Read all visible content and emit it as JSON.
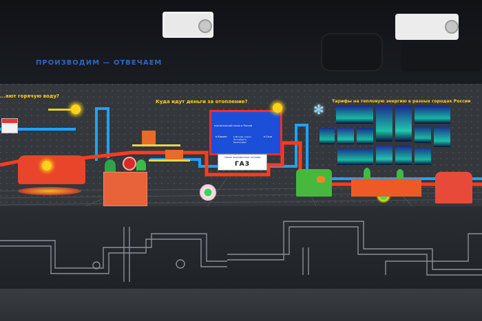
{
  "ceiling_sign": "ПРОИЗВОДИМ — ОТВЕЧАЕМ",
  "hot_water_question": "...ают горячую воду?",
  "heating_question": "Куда идут деньги за отопление?",
  "tariffs_title": "Тарифы на тепловую энергию в разных городах России",
  "gas_box": {
    "caption": "Самое экономичное топливо",
    "label": "ГАЗ"
  },
  "tv_screen": {
    "line1": "отопительный сезон в России",
    "left_label": "в Кирове",
    "center_label": "в Москве, Санкт-Петербурге, Краснодаре",
    "right_label": "в Сочи"
  },
  "colors": {
    "hot_pipe": "#ff3b1f",
    "cold_pipe": "#1fa2ff",
    "sofa": "#e8452a",
    "armchair_green": "#46b83e",
    "sun": "#ffd21a",
    "tv_frame": "#ff2a2a",
    "tv_screen": "#1b4fd8"
  },
  "icons": [
    "sun-icon",
    "snowflake-icon",
    "calendar-icon",
    "pipe-valve-icon"
  ]
}
